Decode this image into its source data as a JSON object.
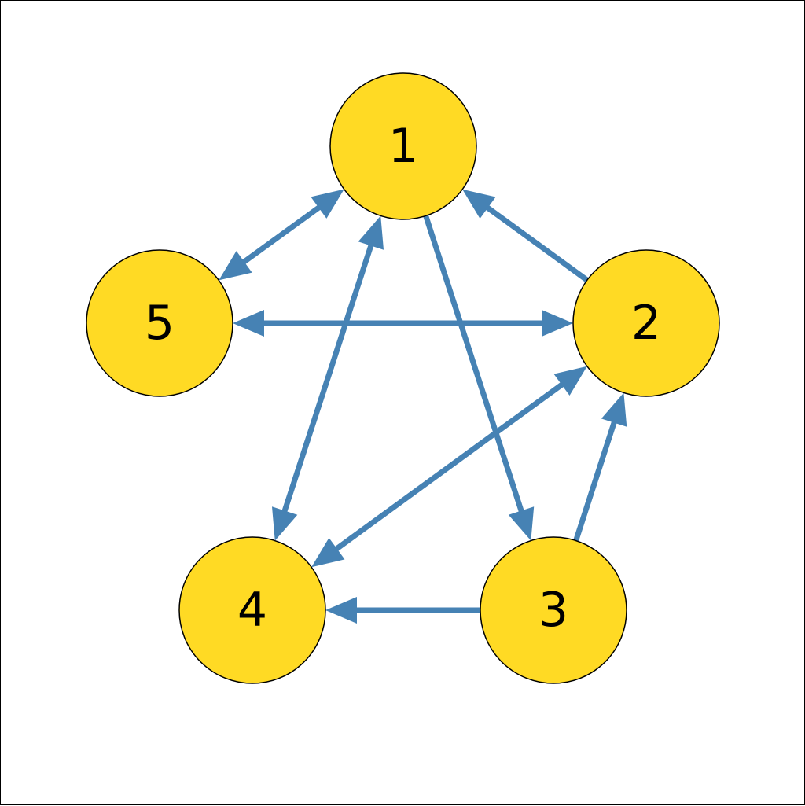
{
  "colors": {
    "node_fill": "#FFDA24",
    "node_stroke": "#000000",
    "edge": "#4682B4",
    "background": "#FFFFFF"
  },
  "nodes": [
    {
      "id": "1",
      "label": "1"
    },
    {
      "id": "2",
      "label": "2"
    },
    {
      "id": "3",
      "label": "3"
    },
    {
      "id": "4",
      "label": "4"
    },
    {
      "id": "5",
      "label": "5"
    }
  ],
  "edges": [
    {
      "source": "1",
      "target": "5",
      "bidirectional": true
    },
    {
      "source": "2",
      "target": "1",
      "bidirectional": false
    },
    {
      "source": "5",
      "target": "2",
      "bidirectional": true
    },
    {
      "source": "1",
      "target": "4",
      "bidirectional": true
    },
    {
      "source": "1",
      "target": "3",
      "bidirectional": false
    },
    {
      "source": "2",
      "target": "4",
      "bidirectional": true
    },
    {
      "source": "3",
      "target": "2",
      "bidirectional": false
    },
    {
      "source": "3",
      "target": "4",
      "bidirectional": false
    }
  ]
}
